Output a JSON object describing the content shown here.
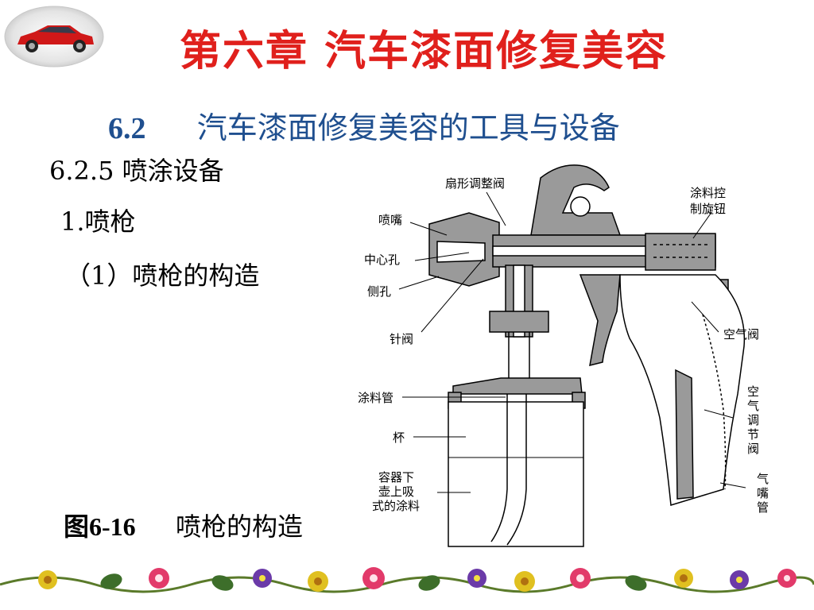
{
  "header": {
    "title": "第六章  汽车漆面修复美容",
    "section_num": "6.2",
    "section_title": "汽车漆面修复美容的工具与设备"
  },
  "content": {
    "subsection": "6.2.5  喷涂设备",
    "item1": "1.喷枪",
    "item2": "（1）喷枪的构造"
  },
  "figure": {
    "caption_num": "图6-16",
    "caption_text": "喷枪的构造",
    "labels": {
      "fan_valve": "扇形调整阀",
      "nozzle": "喷嘴",
      "center_hole": "中心孔",
      "side_hole": "侧孔",
      "needle_valve": "针阀",
      "paint_tube": "涂料管",
      "cup": "杯",
      "cup_type_line1": "容器下",
      "cup_type_line2": "壶上吸",
      "cup_type_line3": "式的涂料",
      "paint_knob_line1": "涂料控",
      "paint_knob_line2": "制旋钮",
      "air_valve": "空气阀",
      "air_adjust_1": "空",
      "air_adjust_2": "气",
      "air_adjust_3": "调",
      "air_adjust_4": "节",
      "air_adjust_5": "阀",
      "air_inlet_1": "气",
      "air_inlet_2": "嘴",
      "air_inlet_3": "管"
    }
  },
  "colors": {
    "title": "#e0201c",
    "subtitle": "#1f4f8f",
    "diagram_fill": "#9a9a9a"
  }
}
